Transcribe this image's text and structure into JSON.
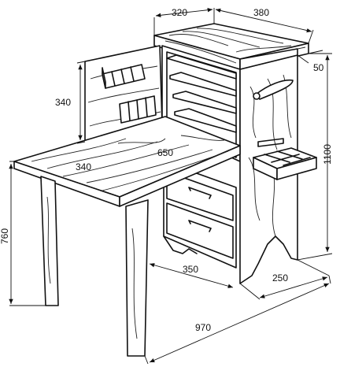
{
  "drawing": {
    "subject": "hobby workbench with hutch, shelves, drawers and fold-out tabletop",
    "dimensions": {
      "top_left_depth": "320",
      "top_width": "380",
      "overhang": "50",
      "panel_height": "340",
      "total_height": "1100",
      "table_width": "650",
      "table_depth": "340",
      "leg_height": "760",
      "cabinet_depth": "350",
      "side_width": "250",
      "total_length": "970"
    },
    "colors": {
      "ink": "#111111",
      "paper": "#ffffff"
    }
  }
}
